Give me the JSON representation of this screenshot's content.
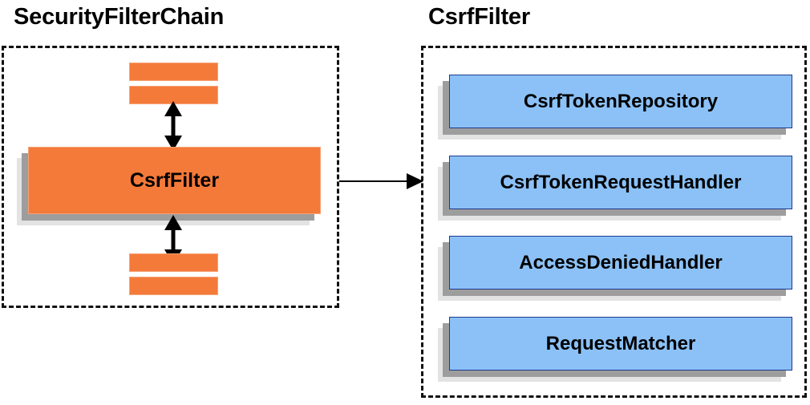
{
  "diagram": {
    "type": "block-diagram",
    "background_color": "#ffffff",
    "palette": {
      "orange_fill": "#f47a3a",
      "orange_border": "#f6a275",
      "blue_fill": "#8bc1f7",
      "blue_border": "#1f3a8f",
      "shadow_near": "#9d9d9d",
      "shadow_far": "#e3e3e3",
      "outline": "#111111",
      "text": "#000000"
    }
  },
  "panels": {
    "left": {
      "title": "SecurityFilterChain",
      "border_style": "dashed",
      "main_block": {
        "label": "CsrfFilter",
        "color": "orange",
        "has_shadow": true
      },
      "stripes_above": [
        {
          "label": ""
        },
        {
          "label": ""
        }
      ],
      "stripes_below": [
        {
          "label": ""
        },
        {
          "label": ""
        }
      ]
    },
    "right": {
      "title": "CsrfFilter",
      "border_style": "dashed",
      "blocks": [
        {
          "label": "CsrfTokenRepository",
          "color": "blue",
          "has_shadow": true
        },
        {
          "label": "CsrfTokenRequestHandler",
          "color": "blue",
          "has_shadow": true
        },
        {
          "label": "AccessDeniedHandler",
          "color": "blue",
          "has_shadow": true
        },
        {
          "label": "RequestMatcher",
          "color": "blue",
          "has_shadow": true
        }
      ]
    }
  },
  "connectors": [
    {
      "name": "filter-chain-up-arrow",
      "style": "double-headed-vertical"
    },
    {
      "name": "filter-chain-down-arrow",
      "style": "double-headed-vertical"
    },
    {
      "name": "panel-link-arrow",
      "style": "single-headed-horizontal"
    }
  ]
}
